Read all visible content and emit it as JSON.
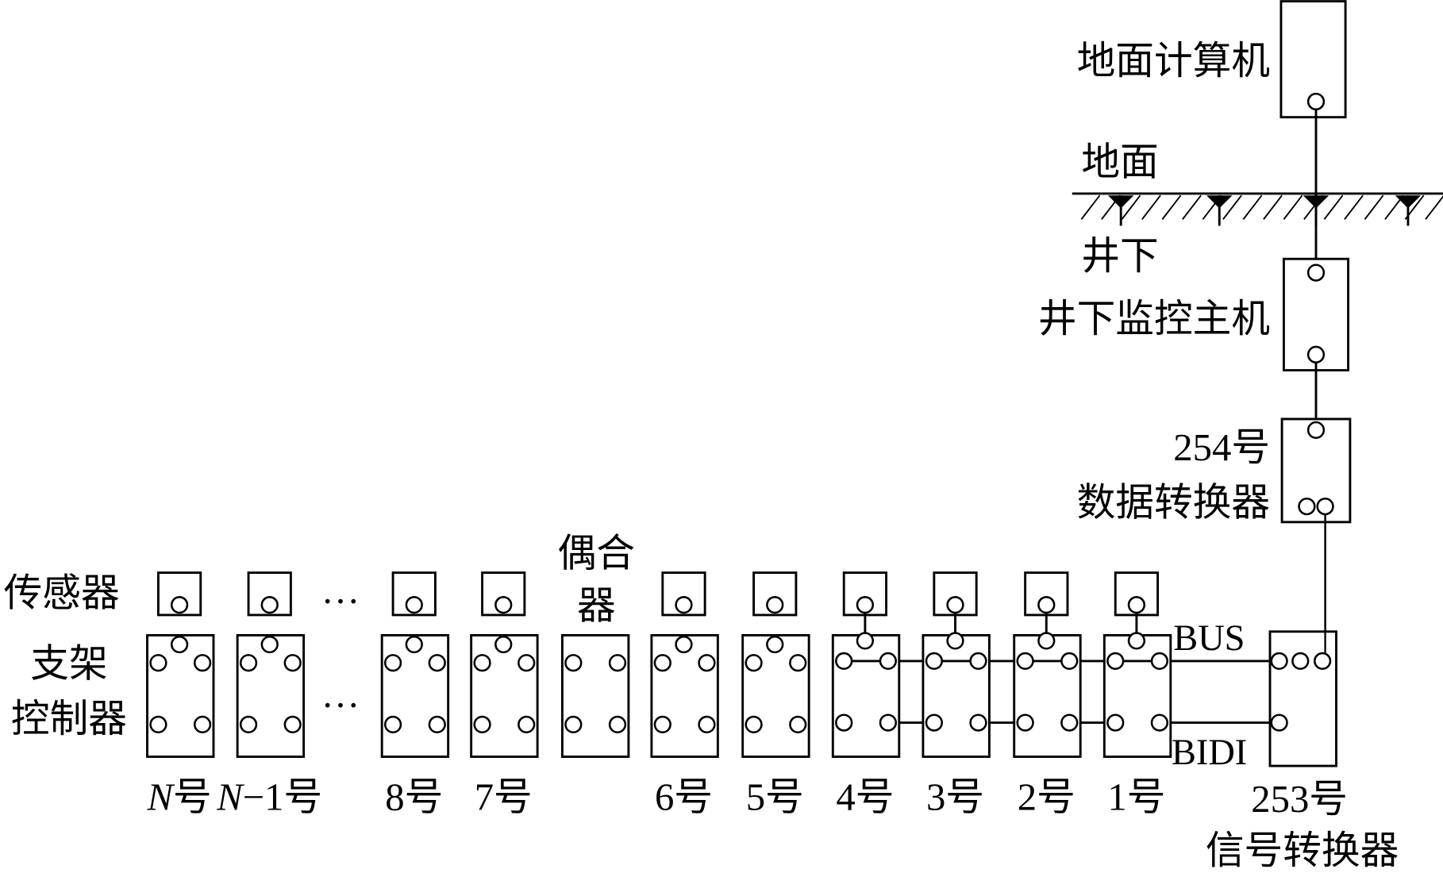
{
  "labels": {
    "ground_computer": "地面计算机",
    "ground": "地面",
    "underground": "井下",
    "monitor_host": "井下监控主机",
    "data_converter_no": "254号",
    "data_converter": "数据转换器",
    "signal_converter_no": "253号",
    "signal_converter": "信号转换器",
    "bus": "BUS",
    "bidi": "BIDI",
    "sensor": "传感器",
    "support_1": "支架",
    "support_2": "控制器",
    "coupler_1": "偶合",
    "coupler_2": "器",
    "ellipsis": "…"
  },
  "controllers": [
    {
      "num": "N",
      "suffix": "号",
      "italic": true,
      "sensor": true,
      "connected": false
    },
    {
      "num": "N",
      "suffix": "−1号",
      "italic": true,
      "sensor": true,
      "connected": false
    },
    {
      "num": "8",
      "suffix": "号",
      "sensor": true,
      "connected": false
    },
    {
      "num": "7",
      "suffix": "号",
      "sensor": true,
      "connected": false
    },
    {
      "coupler": true
    },
    {
      "num": "6",
      "suffix": "号",
      "sensor": true,
      "connected": false
    },
    {
      "num": "5",
      "suffix": "号",
      "sensor": true,
      "connected": false
    },
    {
      "num": "4",
      "suffix": "号",
      "sensor": true,
      "connected": true
    },
    {
      "num": "3",
      "suffix": "号",
      "sensor": true,
      "connected": true
    },
    {
      "num": "2",
      "suffix": "号",
      "sensor": true,
      "connected": true
    },
    {
      "num": "1",
      "suffix": "号",
      "sensor": true,
      "connected": true
    }
  ]
}
